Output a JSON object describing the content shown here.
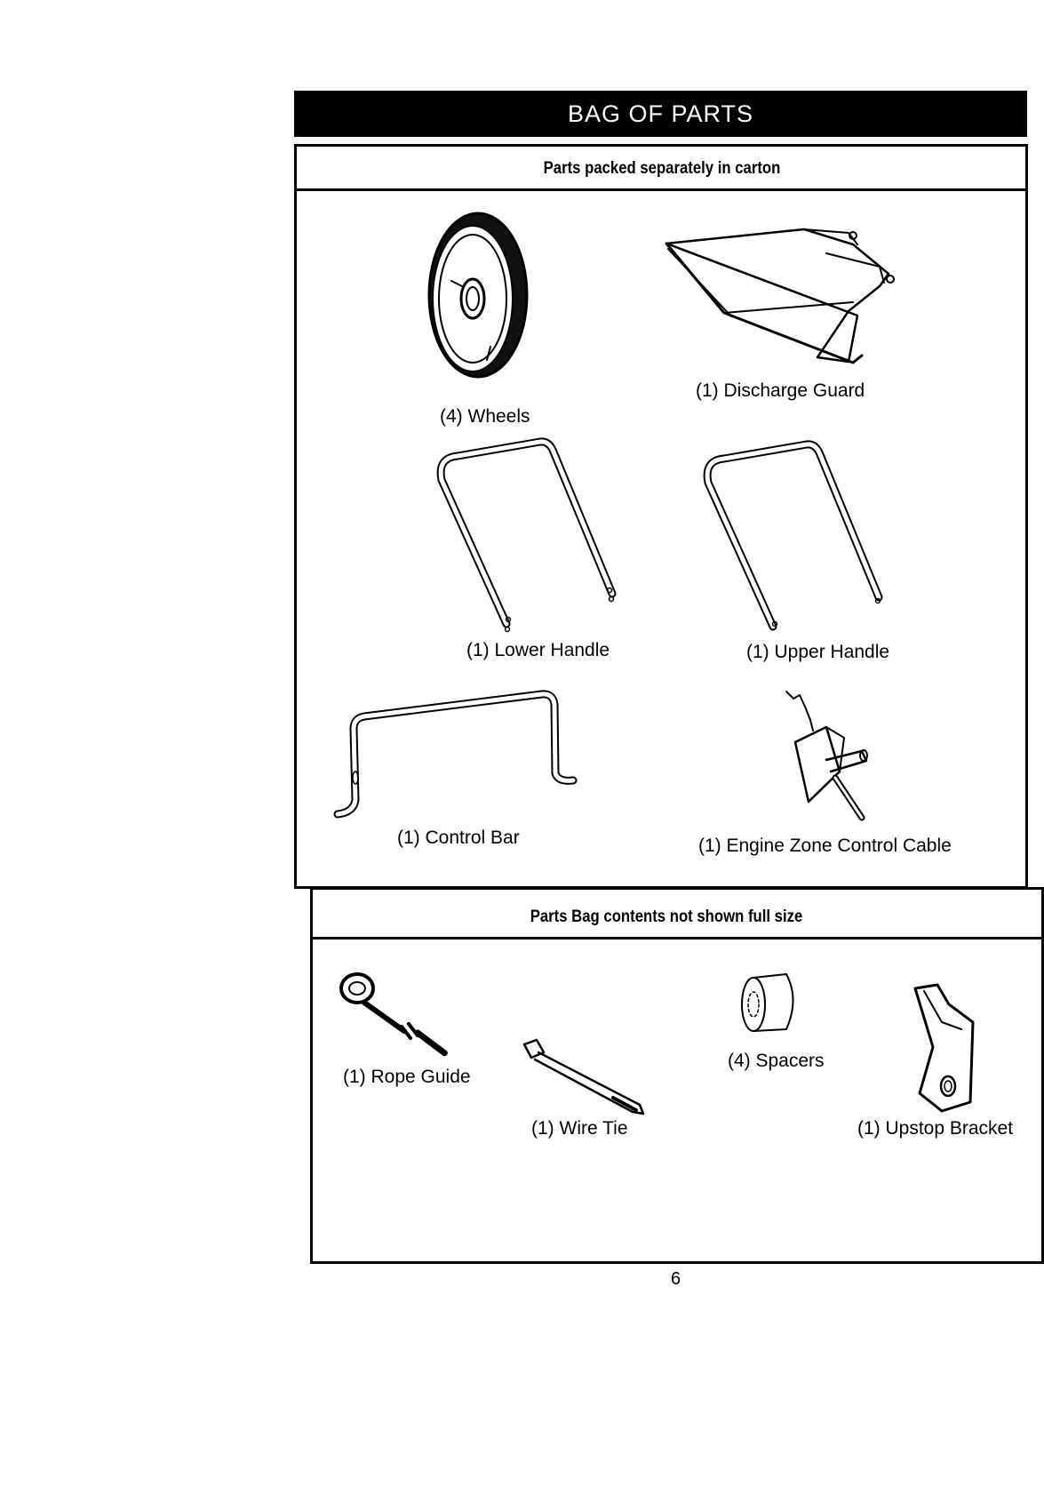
{
  "header": {
    "title": "BAG OF PARTS"
  },
  "sections": {
    "carton": "Parts packed separately in carton",
    "bag": "Parts Bag contents not shown full size"
  },
  "parts": {
    "wheels": "(4) Wheels",
    "discharge_guard": "(1) Discharge Guard",
    "lower_handle": "(1) Lower Handle",
    "upper_handle": "(1) Upper Handle",
    "control_bar": "(1) Control Bar",
    "engine_zone_control_cable": "(1) Engine Zone Control Cable",
    "rope_guide": "(1) Rope Guide",
    "wire_tie": "(1) Wire Tie",
    "spacers": "(4) Spacers",
    "upstop_bracket": "(1) Upstop Bracket"
  },
  "page_number": "6"
}
